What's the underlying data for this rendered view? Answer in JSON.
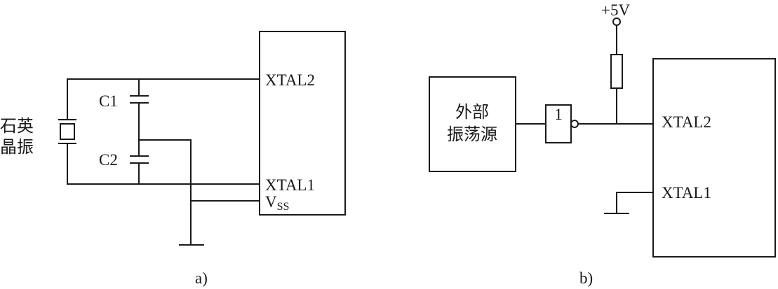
{
  "diagram_a": {
    "crystal_label_line1": "石英",
    "crystal_label_line2": "晶振",
    "c1_label": "C1",
    "c2_label": "C2",
    "pin_xtal2": "XTAL2",
    "pin_xtal1": "XTAL1",
    "pin_vss_main": "V",
    "pin_vss_sub": "SS",
    "caption": "a)"
  },
  "diagram_b": {
    "supply_label": "+5V",
    "source_line1": "外部",
    "source_line2": "振荡源",
    "gate_label": "1",
    "pin_xtal2": "XTAL2",
    "pin_xtal1": "XTAL1",
    "caption": "b)"
  },
  "colors": {
    "line": "#1a1a1a",
    "background": "#ffffff"
  }
}
